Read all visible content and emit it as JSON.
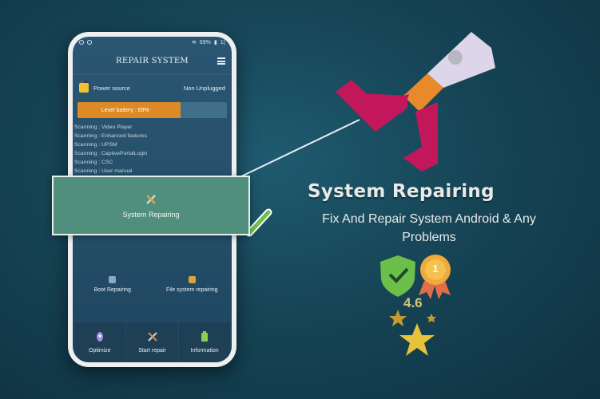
{
  "status_bar": {
    "battery": "69%",
    "time_partial": "1("
  },
  "app": {
    "title": "REPAIR SYSTEM"
  },
  "power": {
    "label": "Power source",
    "state": "Non Unplugged"
  },
  "battery": {
    "label": "Level battery : 69%",
    "level_percent": 69
  },
  "scan_items": [
    "Scanning : Video Player",
    "Scanning : Enhanced features",
    "Scanning : UPSM",
    "Scanning : CaptivePortalLogin",
    "Scanning : CSC",
    "Scanning : User manual"
  ],
  "card": {
    "label": "System Repairing"
  },
  "options": [
    {
      "label": "Boot Repairing",
      "icon": "boot-icon"
    },
    {
      "label": "File system repairing",
      "icon": "folder-icon"
    }
  ],
  "nav": [
    {
      "label": "Optimize",
      "icon": "rocket-icon"
    },
    {
      "label": "Start repair",
      "icon": "tools-icon"
    },
    {
      "label": "Information",
      "icon": "battery-info-icon"
    }
  ],
  "promo": {
    "title": "System Repairing",
    "subtitle": "Fix And Repair System Android & Any Problems",
    "rating": "4.6",
    "medal_number": "1"
  },
  "colors": {
    "card_bg": "#4f8f7c",
    "battery_fill": "#dd8a26",
    "check_green": "#6cc04a",
    "pliers_handle": "#c2185b",
    "pliers_band": "#e8892a",
    "pliers_head": "#ddd6ea",
    "star_gold": "#e7c23a"
  }
}
